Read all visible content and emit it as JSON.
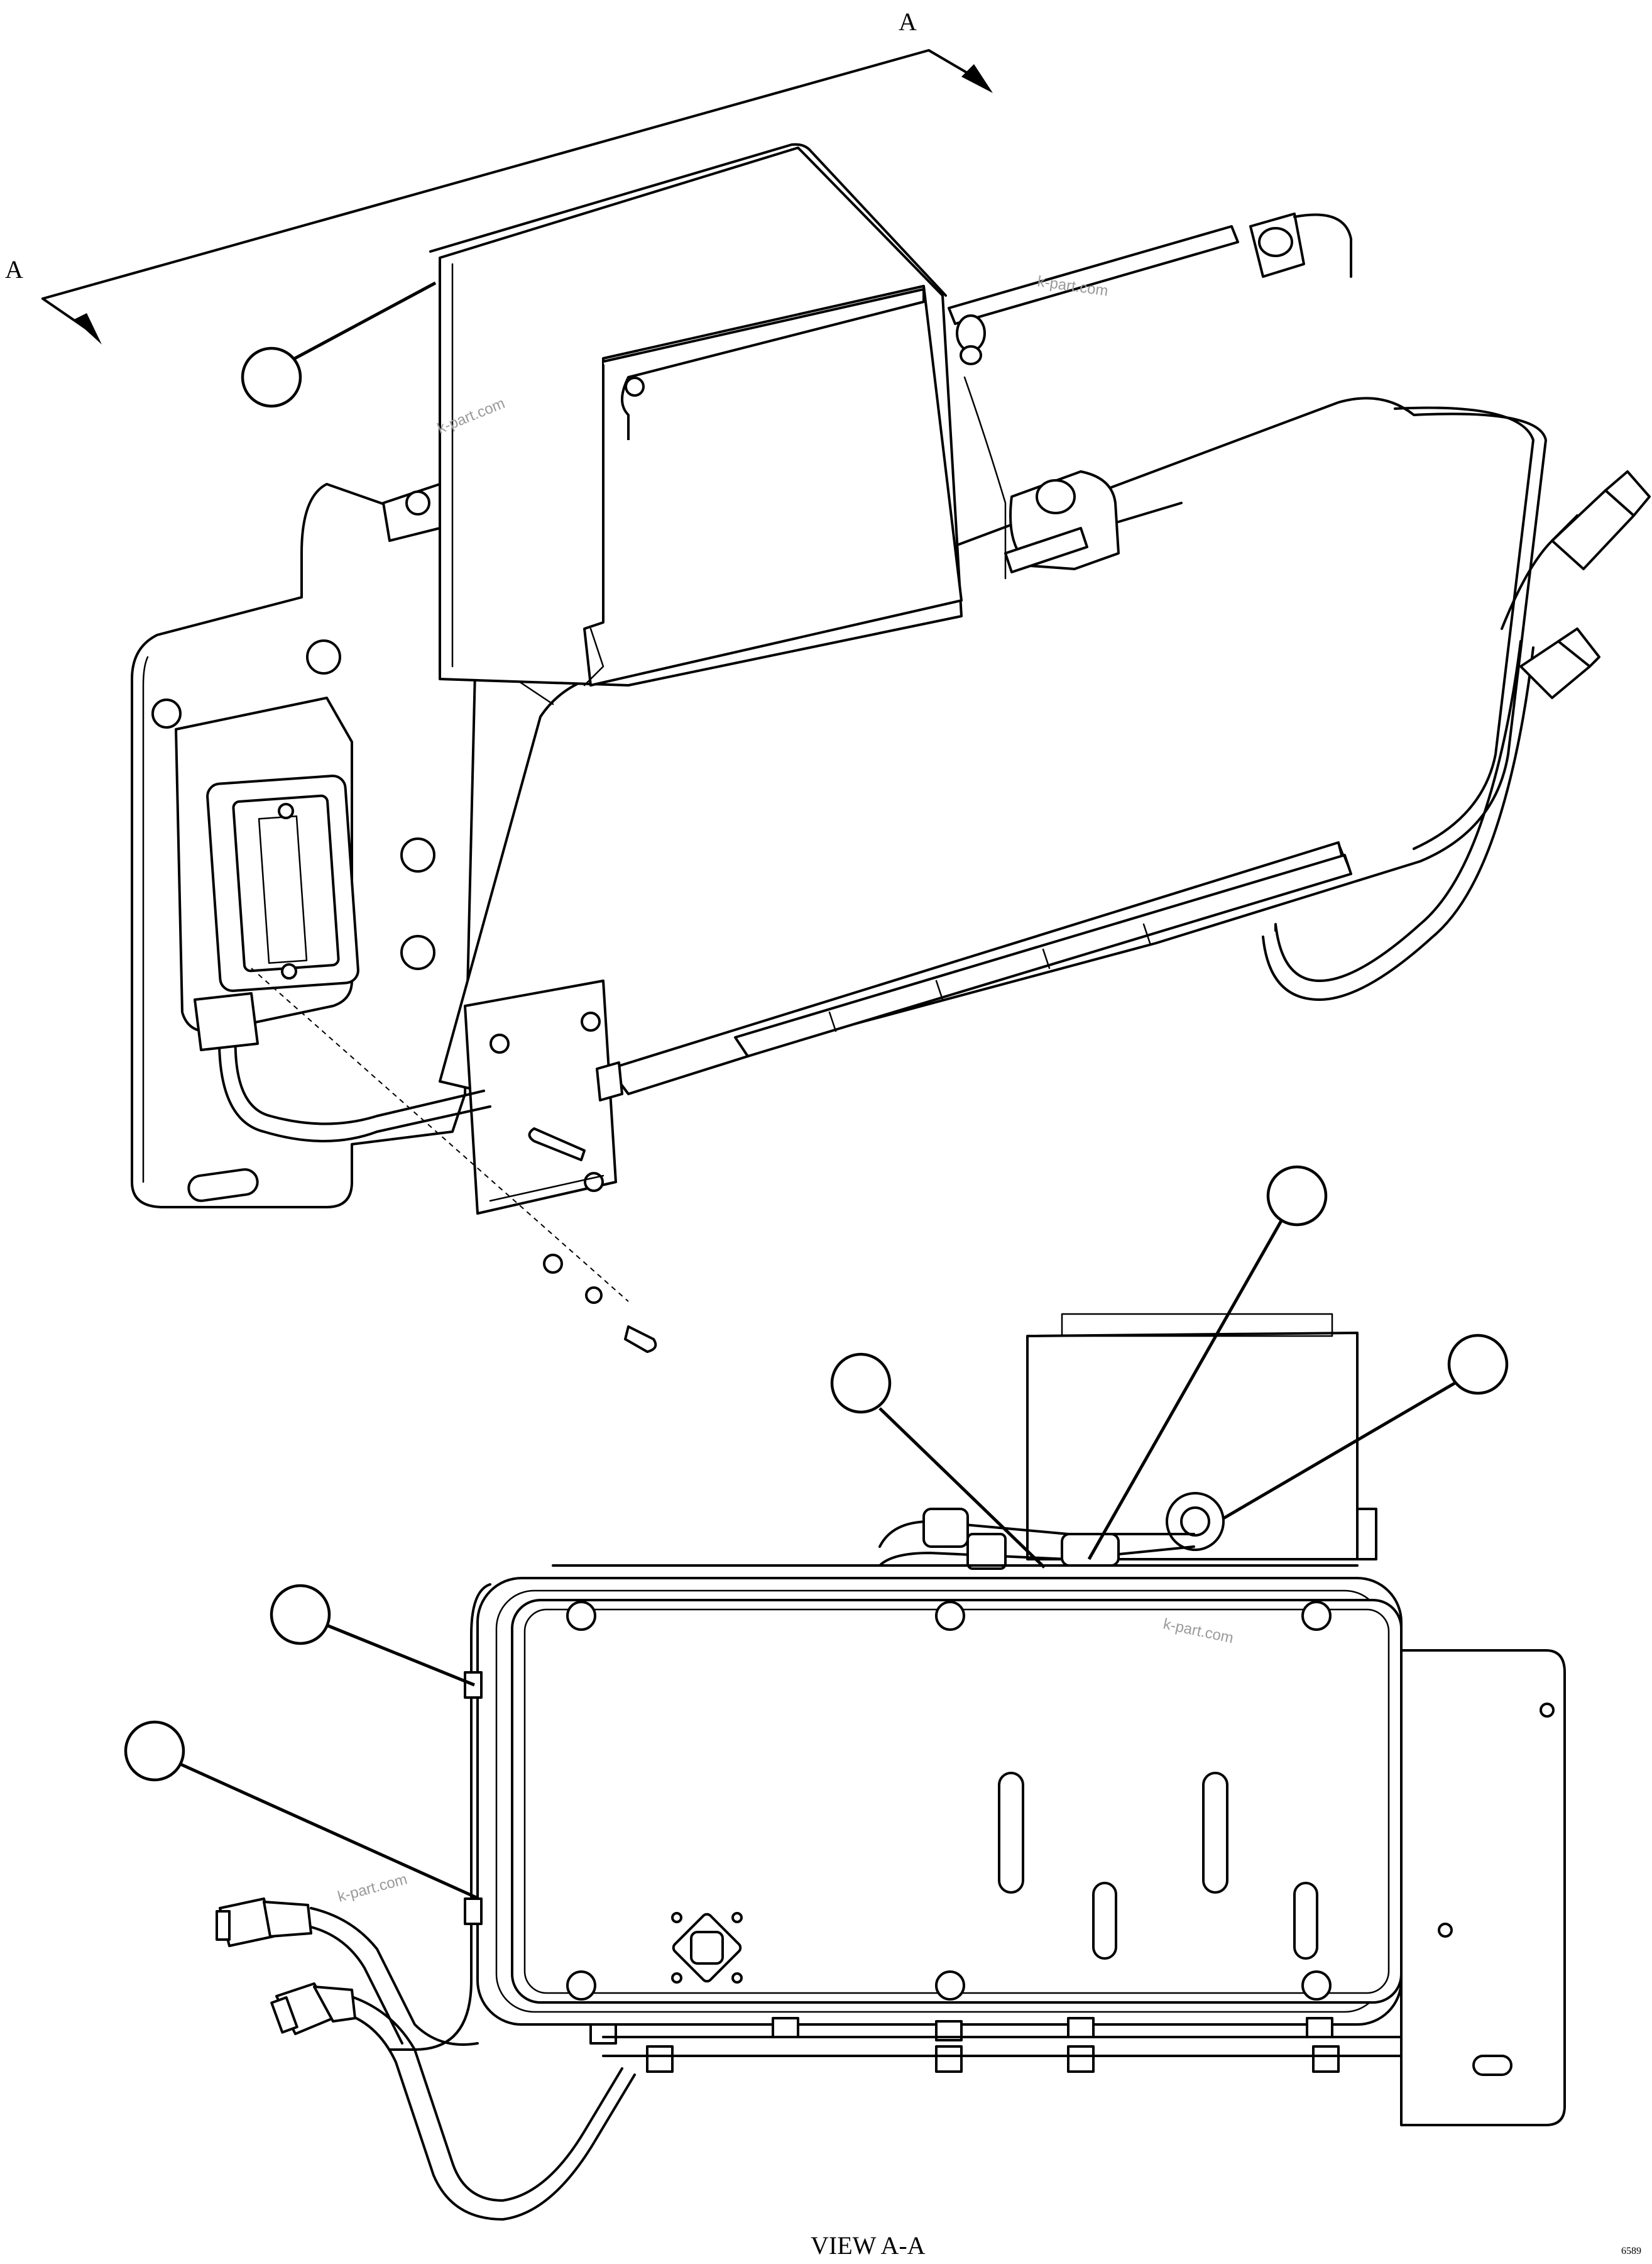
{
  "section_marker_top": "A",
  "section_marker_left": "A",
  "view_caption": "VIEW A-A",
  "drawing_number": "6589",
  "watermarks": [
    "k-part.com",
    "k-part.com",
    "k-part.com",
    "k-part.com"
  ],
  "callouts": [
    {
      "id": "callout-1",
      "label": ""
    },
    {
      "id": "callout-2",
      "label": ""
    },
    {
      "id": "callout-3",
      "label": ""
    },
    {
      "id": "callout-4",
      "label": ""
    },
    {
      "id": "callout-5",
      "label": ""
    },
    {
      "id": "callout-6",
      "label": ""
    }
  ]
}
